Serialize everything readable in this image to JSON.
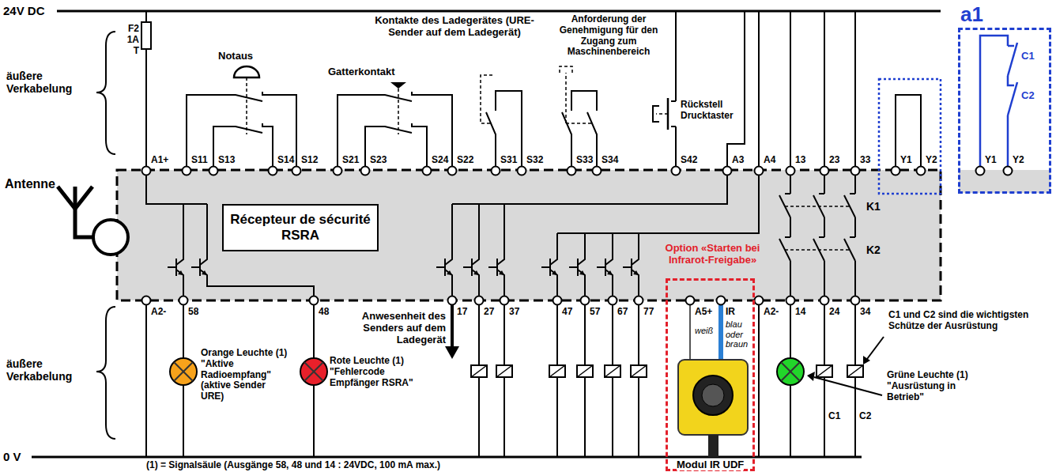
{
  "diagram": {
    "nodes": [
      {
        "text": [
          "Récepteur de sécurité",
          "RSRA"
        ]
      },
      {
        "text": [
          "Option «Starten bei Infrarot-Freigabe»",
          "Modul IR UDF"
        ]
      },
      {
        "text": [
          "a1"
        ]
      }
    ],
    "labels": [
      "24V DC",
      "0 V",
      "äußere Verkabelung",
      "äußere Verkabelung",
      "F2 1A T",
      "Notaus",
      "Gatterkontakt",
      "Kontakte des Ladegerätes (URE-Sender auf dem Ladegerät)",
      "Anforderung der Genehmigung für den Zugang zum Maschinenbereich",
      "Rückstell Drucktaster",
      "Antenne",
      "A1+",
      "S11",
      "S13",
      "S14",
      "S12",
      "S21",
      "S23",
      "S24",
      "S22",
      "S31",
      "S32",
      "S33",
      "S34",
      "S42",
      "A3",
      "A4",
      "13",
      "23",
      "33",
      "Y1",
      "Y2",
      "Y1",
      "Y2",
      "C1",
      "C2",
      "K1",
      "K2",
      "A2-",
      "58",
      "48",
      "17",
      "27",
      "37",
      "47",
      "57",
      "67",
      "77",
      "A5+",
      "IR",
      "A2-",
      "14",
      "24",
      "34",
      "Anwesenheit des Senders auf dem Ladegerät",
      "Orange Leuchte (1) \"Aktive Radioempfang\" (aktive Sender URE)",
      "Rote Leuchte (1) \"Fehlercode Empfänger RSRA\"",
      "weiß",
      "blau oder braun",
      "Grüne Leuchte (1) \"Ausrüstung in Betrieb\"",
      "C1",
      "C2",
      "C1 und C2 sind die wichtigsten Schütze der Ausrüstung",
      "(1) = Signalsäule (Ausgänge 58, 48 und 14 : 24VDC, 100 mA max.)"
    ]
  }
}
